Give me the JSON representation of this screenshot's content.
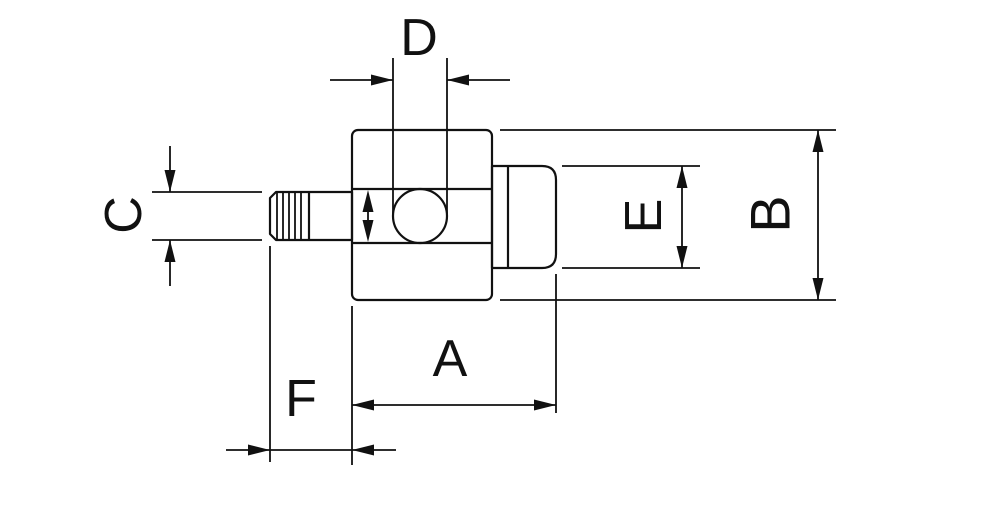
{
  "drawing": {
    "background_color": "#ffffff",
    "line_color": "#111111",
    "dimension_labels": {
      "a": "A",
      "b": "B",
      "c": "C",
      "d": "D",
      "e": "E",
      "f": "F"
    }
  }
}
